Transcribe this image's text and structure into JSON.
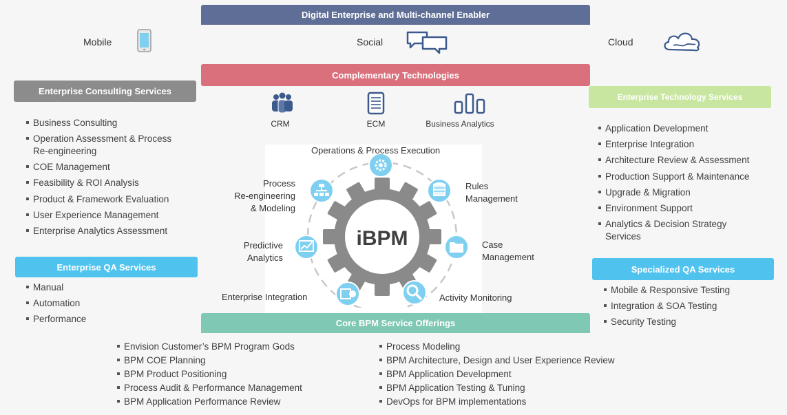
{
  "top_banner": "Digital Enterprise and Multi-channel Enabler",
  "channels": {
    "mobile": "Mobile",
    "social": "Social",
    "cloud": "Cloud"
  },
  "complementary": {
    "title": "Complementary Technologies",
    "items": [
      "CRM",
      "ECM",
      "Business Analytics"
    ]
  },
  "consulting": {
    "title": "Enterprise Consulting Services",
    "items": [
      "Business Consulting",
      "Operation Assessment & Process",
      "Re-engineering",
      "COE Management",
      "Feasibility & ROI Analysis",
      "Product & Framework Evaluation",
      "User Experience Management",
      "Enterprise Analytics Assessment"
    ]
  },
  "qa": {
    "title": "Enterprise QA Services",
    "items": [
      "Manual",
      "Automation",
      "Performance"
    ]
  },
  "tech_services": {
    "title": "Enterprise Technology Services",
    "items": [
      "Application Development",
      "Enterprise Integration",
      "Architecture Review & Assessment",
      "Production Support & Maintenance",
      "Upgrade & Migration",
      "Environment Support",
      "Analytics & Decision Strategy",
      "Services"
    ]
  },
  "specialized_qa": {
    "title": "Specialized QA Services",
    "items": [
      "Mobile & Responsive Testing",
      "Integration & SOA Testing",
      "Security Testing"
    ]
  },
  "gear": {
    "center": "iBPM",
    "labels": {
      "top": "Operations & Process Execution",
      "process_1": "Process",
      "process_2": "Re-engineering",
      "process_3": "& Modeling",
      "rules_1": "Rules",
      "rules_2": "Management",
      "predictive_1": "Predictive",
      "predictive_2": "Analytics",
      "case_1": "Case",
      "case_2": "Management",
      "integration": "Enterprise Integration",
      "monitoring": "Activity Monitoring"
    }
  },
  "core": {
    "title": "Core BPM Service Offerings",
    "left": [
      "Envision Customer’s BPM Program Gods",
      "BPM COE Planning",
      "BPM Product Positioning",
      "Process Audit & Performance Management",
      "BPM Application Performance Review"
    ],
    "right": [
      "Process Modeling",
      "BPM Architecture, Design and User Experience Review",
      "BPM Application Development",
      "BPM Application Testing & Tuning",
      "DevOps for BPM implementations"
    ]
  },
  "colors": {
    "top_banner": "#5f6e96",
    "complementary": "#d9707c",
    "core": "#7ec8b4",
    "consulting": "#8c8c8c",
    "qa": "#4fc3ee",
    "tech_services": "#c8e6a0",
    "icon_blue": "#3d5a8c",
    "gear_gray": "#8a8a8a"
  }
}
